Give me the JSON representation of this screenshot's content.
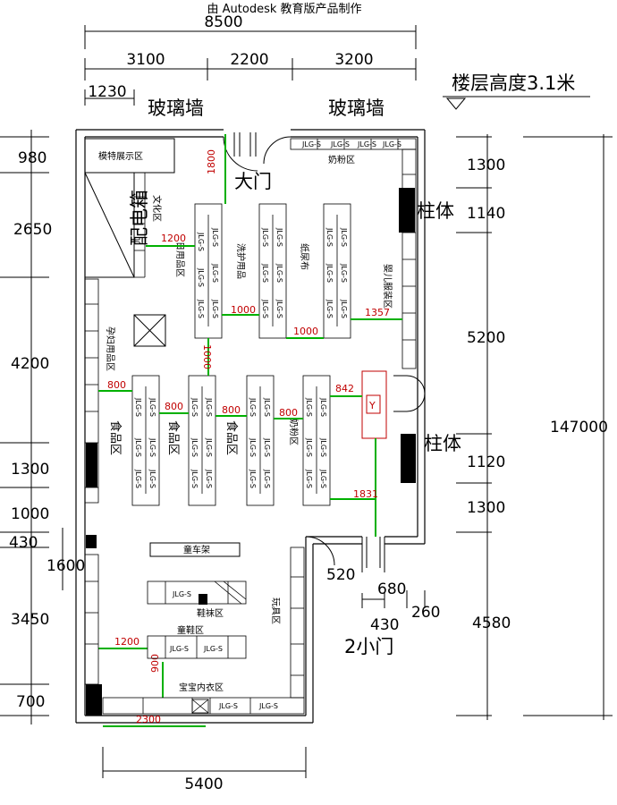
{
  "header": "由 Autodesk 教育版产品制作",
  "top_dims": {
    "total": "8500",
    "seg1": "3100",
    "seg2": "2200",
    "seg3": "3200",
    "seg_small": "1230"
  },
  "floor_height": "楼层高度3.1米",
  "glass_wall_left": "玻璃墙",
  "glass_wall_right": "玻璃墙",
  "main_door": "大门",
  "pillar_top": "柱体",
  "pillar_mid": "柱体",
  "elec_box": "配电箱",
  "small_door": "2小门",
  "left_dims": [
    "980",
    "2650",
    "4200",
    "1300",
    "1000",
    "430",
    "1600",
    "3450",
    "700"
  ],
  "right_dims": [
    "1300",
    "1140",
    "5200",
    "1120",
    "1300",
    "4580"
  ],
  "total_height": "147000",
  "bottom_dims": {
    "total": "5400",
    "d520": "520",
    "d680": "680",
    "d430": "430",
    "d260": "260"
  },
  "zones": {
    "model_display": "模特展示区",
    "stationery": "文化区",
    "milk_powder": "奶粉区",
    "daily_goods": "日用品区",
    "wash_goods": "洗护用品",
    "diapers": "纸尿布",
    "baby_clothes": "婴儿服装区",
    "maternity": "孕妇用品区",
    "food1": "食品区",
    "food2": "食品区",
    "food3": "食品区",
    "milk_powder2": "奶粉区",
    "cart_rack": "童车架",
    "socks": "鞋袜区",
    "kids_shoes": "童鞋区",
    "underwear": "宝宝内衣区",
    "toys": "玩具区",
    "cashier": "Y"
  },
  "shelf_code": "JLG-S",
  "aisle_dims": {
    "a1800": "1800",
    "a1200": "1200",
    "a1000a": "1000",
    "a1000b": "1000",
    "a1000c": "1000",
    "a1357": "1357",
    "a800a": "800",
    "a800b": "800",
    "a800c": "800",
    "a800d": "800",
    "a842": "842",
    "a1831": "1831",
    "a1200b": "1200",
    "a900": "900",
    "a2300": "2300"
  }
}
